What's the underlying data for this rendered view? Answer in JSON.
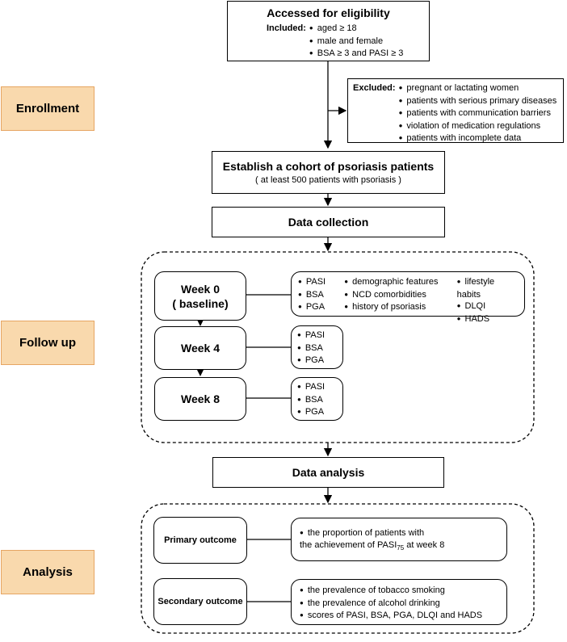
{
  "stages": {
    "enrollment": "Enrollment",
    "follow_up": "Follow up",
    "analysis": "Analysis"
  },
  "eligibility": {
    "title": "Accessed for eligibility",
    "included_label": "Included:",
    "included": [
      "aged ≥ 18",
      "male and female",
      "BSA ≥ 3 and PASI ≥ 3"
    ]
  },
  "exclusion": {
    "label": "Excluded:",
    "items": [
      "pregnant or lactating women",
      "patients with serious primary diseases",
      "patients with communication barriers",
      "violation of medication regulations",
      "patients with incomplete data"
    ]
  },
  "cohort": {
    "title": "Establish a cohort of psoriasis patients",
    "subtitle": "( at least 500 patients with psoriasis )"
  },
  "data_collection": "Data collection",
  "followup": {
    "week0": {
      "title": "Week 0",
      "subtitle": "( baseline)",
      "col1": [
        "PASI",
        "BSA",
        "PGA"
      ],
      "col2": [
        "demographic features",
        "NCD comorbidities",
        "history of psoriasis"
      ],
      "col3": [
        "lifestyle habits",
        "DLQI",
        "HADS"
      ]
    },
    "week4": {
      "title": "Week 4",
      "items": [
        "PASI",
        "BSA",
        "PGA"
      ]
    },
    "week8": {
      "title": "Week 8",
      "items": [
        "PASI",
        "BSA",
        "PGA"
      ]
    }
  },
  "data_analysis": "Data analysis",
  "outcomes": {
    "primary": {
      "label": "Primary outcome",
      "line1": "the proportion of patients with",
      "line2_prefix": "the achievement of PASI",
      "line2_sub": "75",
      "line2_suffix": " at week 8"
    },
    "secondary": {
      "label": "Secondary outcome",
      "items": [
        "the prevalence of tobacco smoking",
        "the prevalence of alcohol drinking",
        "scores of PASI, BSA, PGA, DLQI and HADS"
      ]
    }
  }
}
